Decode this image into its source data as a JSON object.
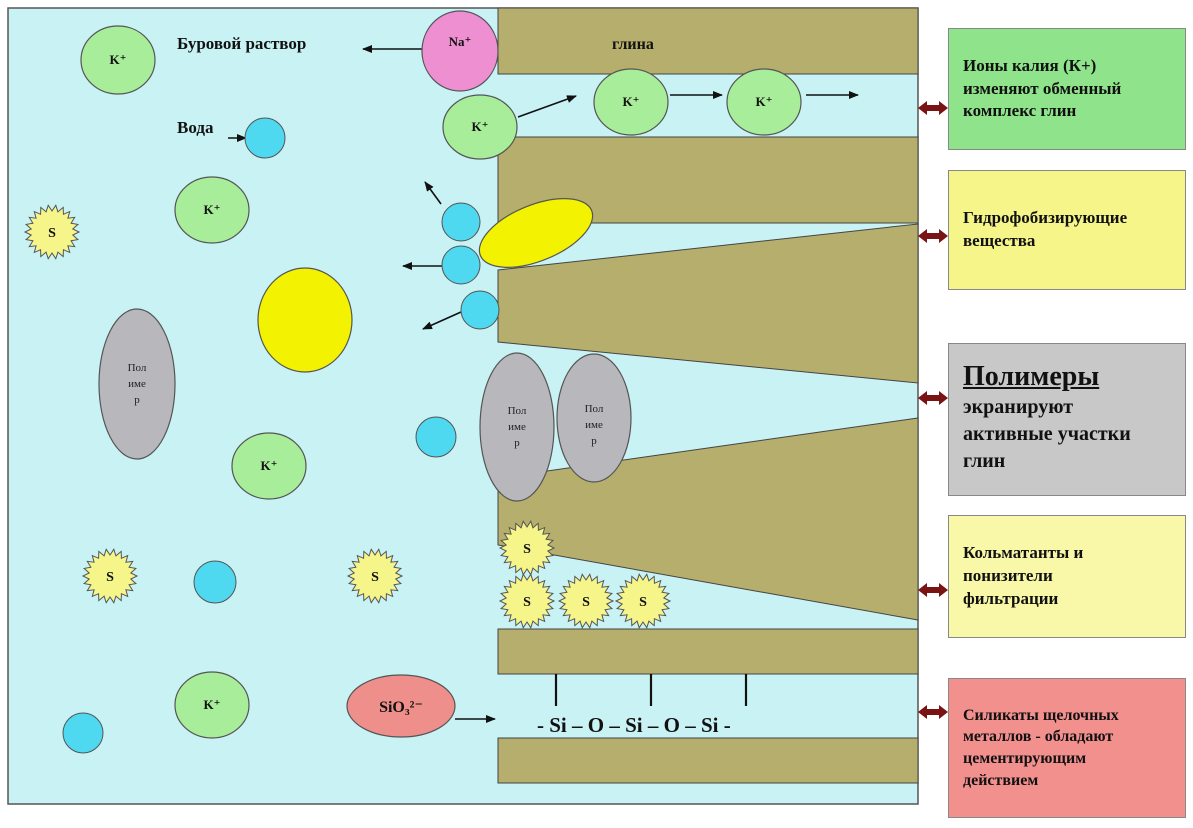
{
  "labels": {
    "drilling_fluid": "Буровой раствор",
    "water": "Вода",
    "clay": "глина",
    "na_ion": "Na⁺",
    "k_ion": "K⁺",
    "sulfur": "S",
    "polymer_line1": "Пол",
    "polymer_line2": "име",
    "polymer_line3": "р",
    "silicate_ion": "SiO₃²⁻",
    "siloxane_chain": "- Si – O – Si – O – Si -"
  },
  "boxes": [
    {
      "id": "potassium",
      "color": "#8fe38a",
      "lines": [
        "Ионы калия (К+)",
        "изменяют обменный",
        "комплекс глин"
      ]
    },
    {
      "id": "hydrophobic",
      "color": "#f6f58a",
      "lines": [
        "Гидрофобизирующие",
        "вещества"
      ]
    },
    {
      "id": "polymers",
      "color": "#c8c8c8",
      "title": "Полимеры",
      "lines": [
        "экранируют",
        "активные участки",
        "глин"
      ]
    },
    {
      "id": "colmatants",
      "color": "#f8f8a8",
      "lines": [
        "Кольматанты и",
        "понизители",
        "фильтрации"
      ]
    },
    {
      "id": "silicates",
      "color": "#f2908e",
      "lines": [
        "Силикаты щелочных",
        "металлов - обладают",
        "цементирующим",
        "действием"
      ]
    }
  ],
  "colors": {
    "fluid": "#c9f2f5",
    "clay": "#b5ae6c",
    "potassium": "#a8ee9a",
    "water": "#4ed9f0",
    "sulfur": "#f5f58a",
    "hydrophobic": "#f3f200",
    "polymer": "#b8b8bc",
    "sodium": "#ee8fd2",
    "silicate": "#ef8f8c",
    "connector": "#7a1414"
  }
}
